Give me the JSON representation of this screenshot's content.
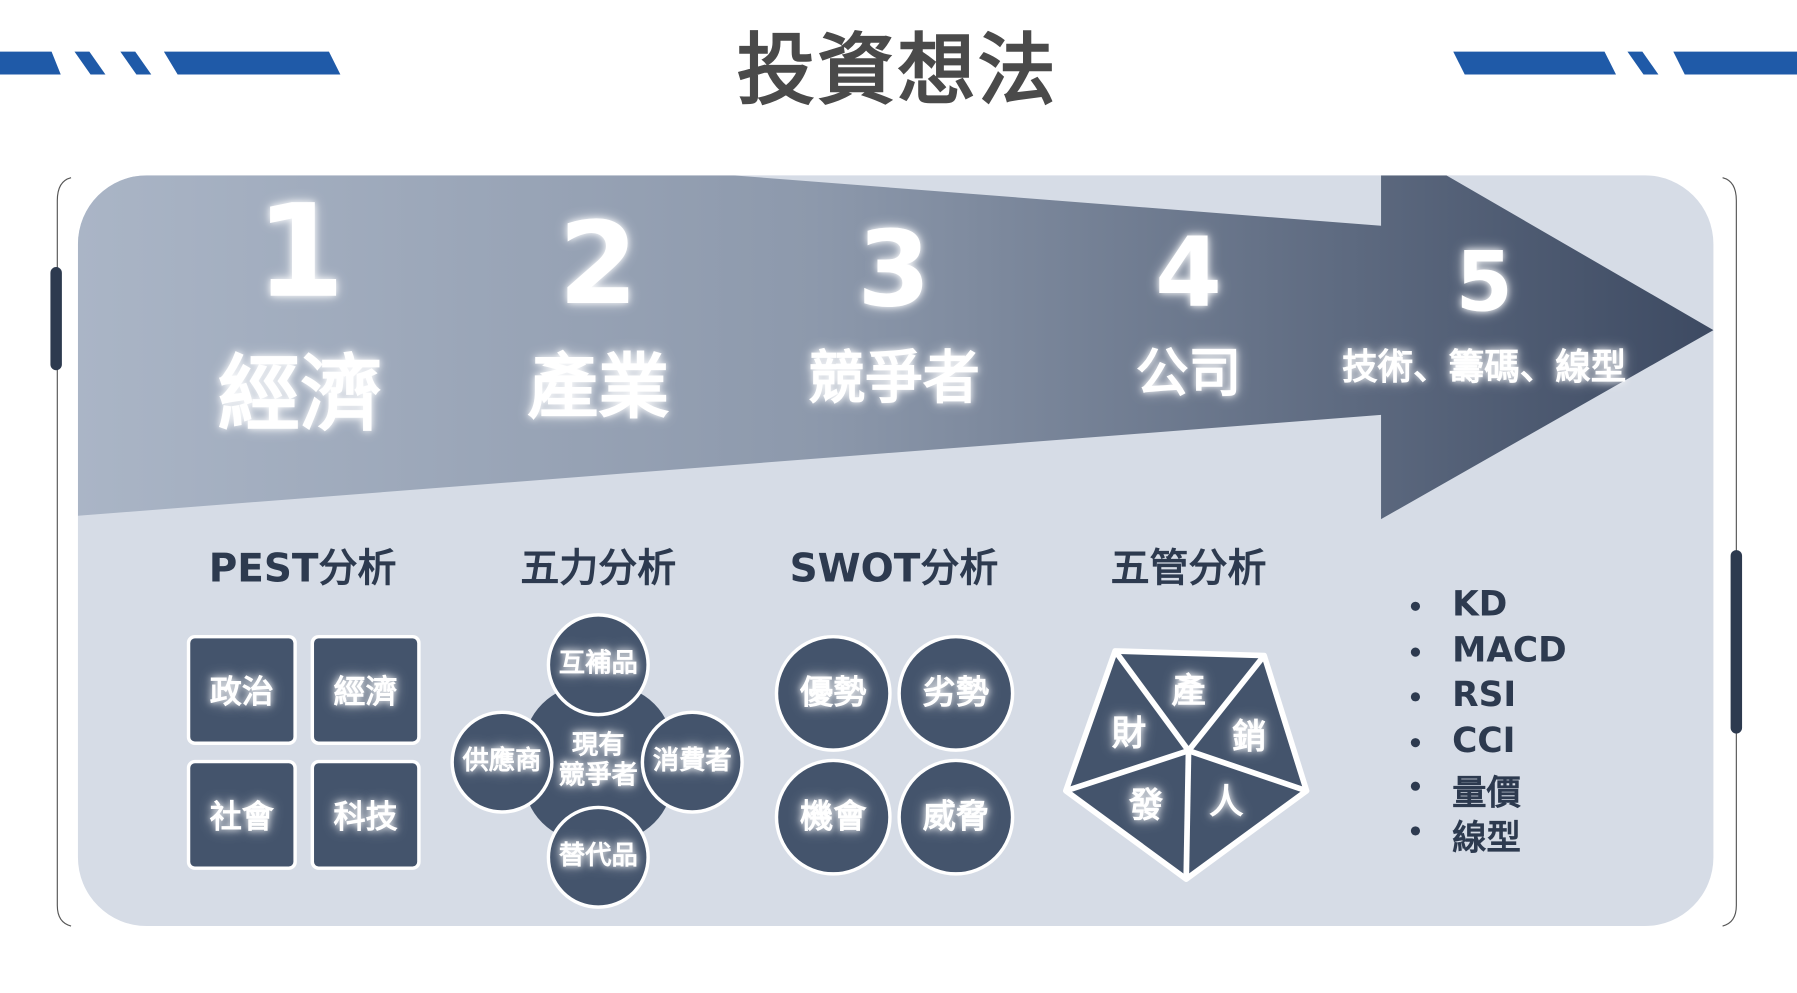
{
  "title": "投資想法",
  "colors": {
    "accent_blue": "#1f5aa8",
    "panel": "#d6dce6",
    "dark": "#44546c",
    "text": "#2d3a4f"
  },
  "steps": [
    {
      "number": "1",
      "label": "經濟"
    },
    {
      "number": "2",
      "label": "產業"
    },
    {
      "number": "3",
      "label": "競爭者"
    },
    {
      "number": "4",
      "label": "公司"
    },
    {
      "number": "5",
      "label": "技術、籌碼、線型"
    }
  ],
  "analyses": [
    "PEST分析",
    "五力分析",
    "SWOT分析",
    "五管分析"
  ],
  "pest": [
    "政治",
    "經濟",
    "社會",
    "科技"
  ],
  "five_forces": {
    "center": [
      "現有",
      "競爭者"
    ],
    "top": "互補品",
    "left": "供應商",
    "right": "消費者",
    "bottom": "替代品"
  },
  "swot": [
    "優勢",
    "劣勢",
    "機會",
    "威脅"
  ],
  "five_management": {
    "top": "產",
    "upper_left": "財",
    "upper_right": "銷",
    "lower_left": "發",
    "lower_right": "人"
  },
  "indicators": [
    "KD",
    "MACD",
    "RSI",
    "CCI",
    "量價",
    "線型"
  ]
}
